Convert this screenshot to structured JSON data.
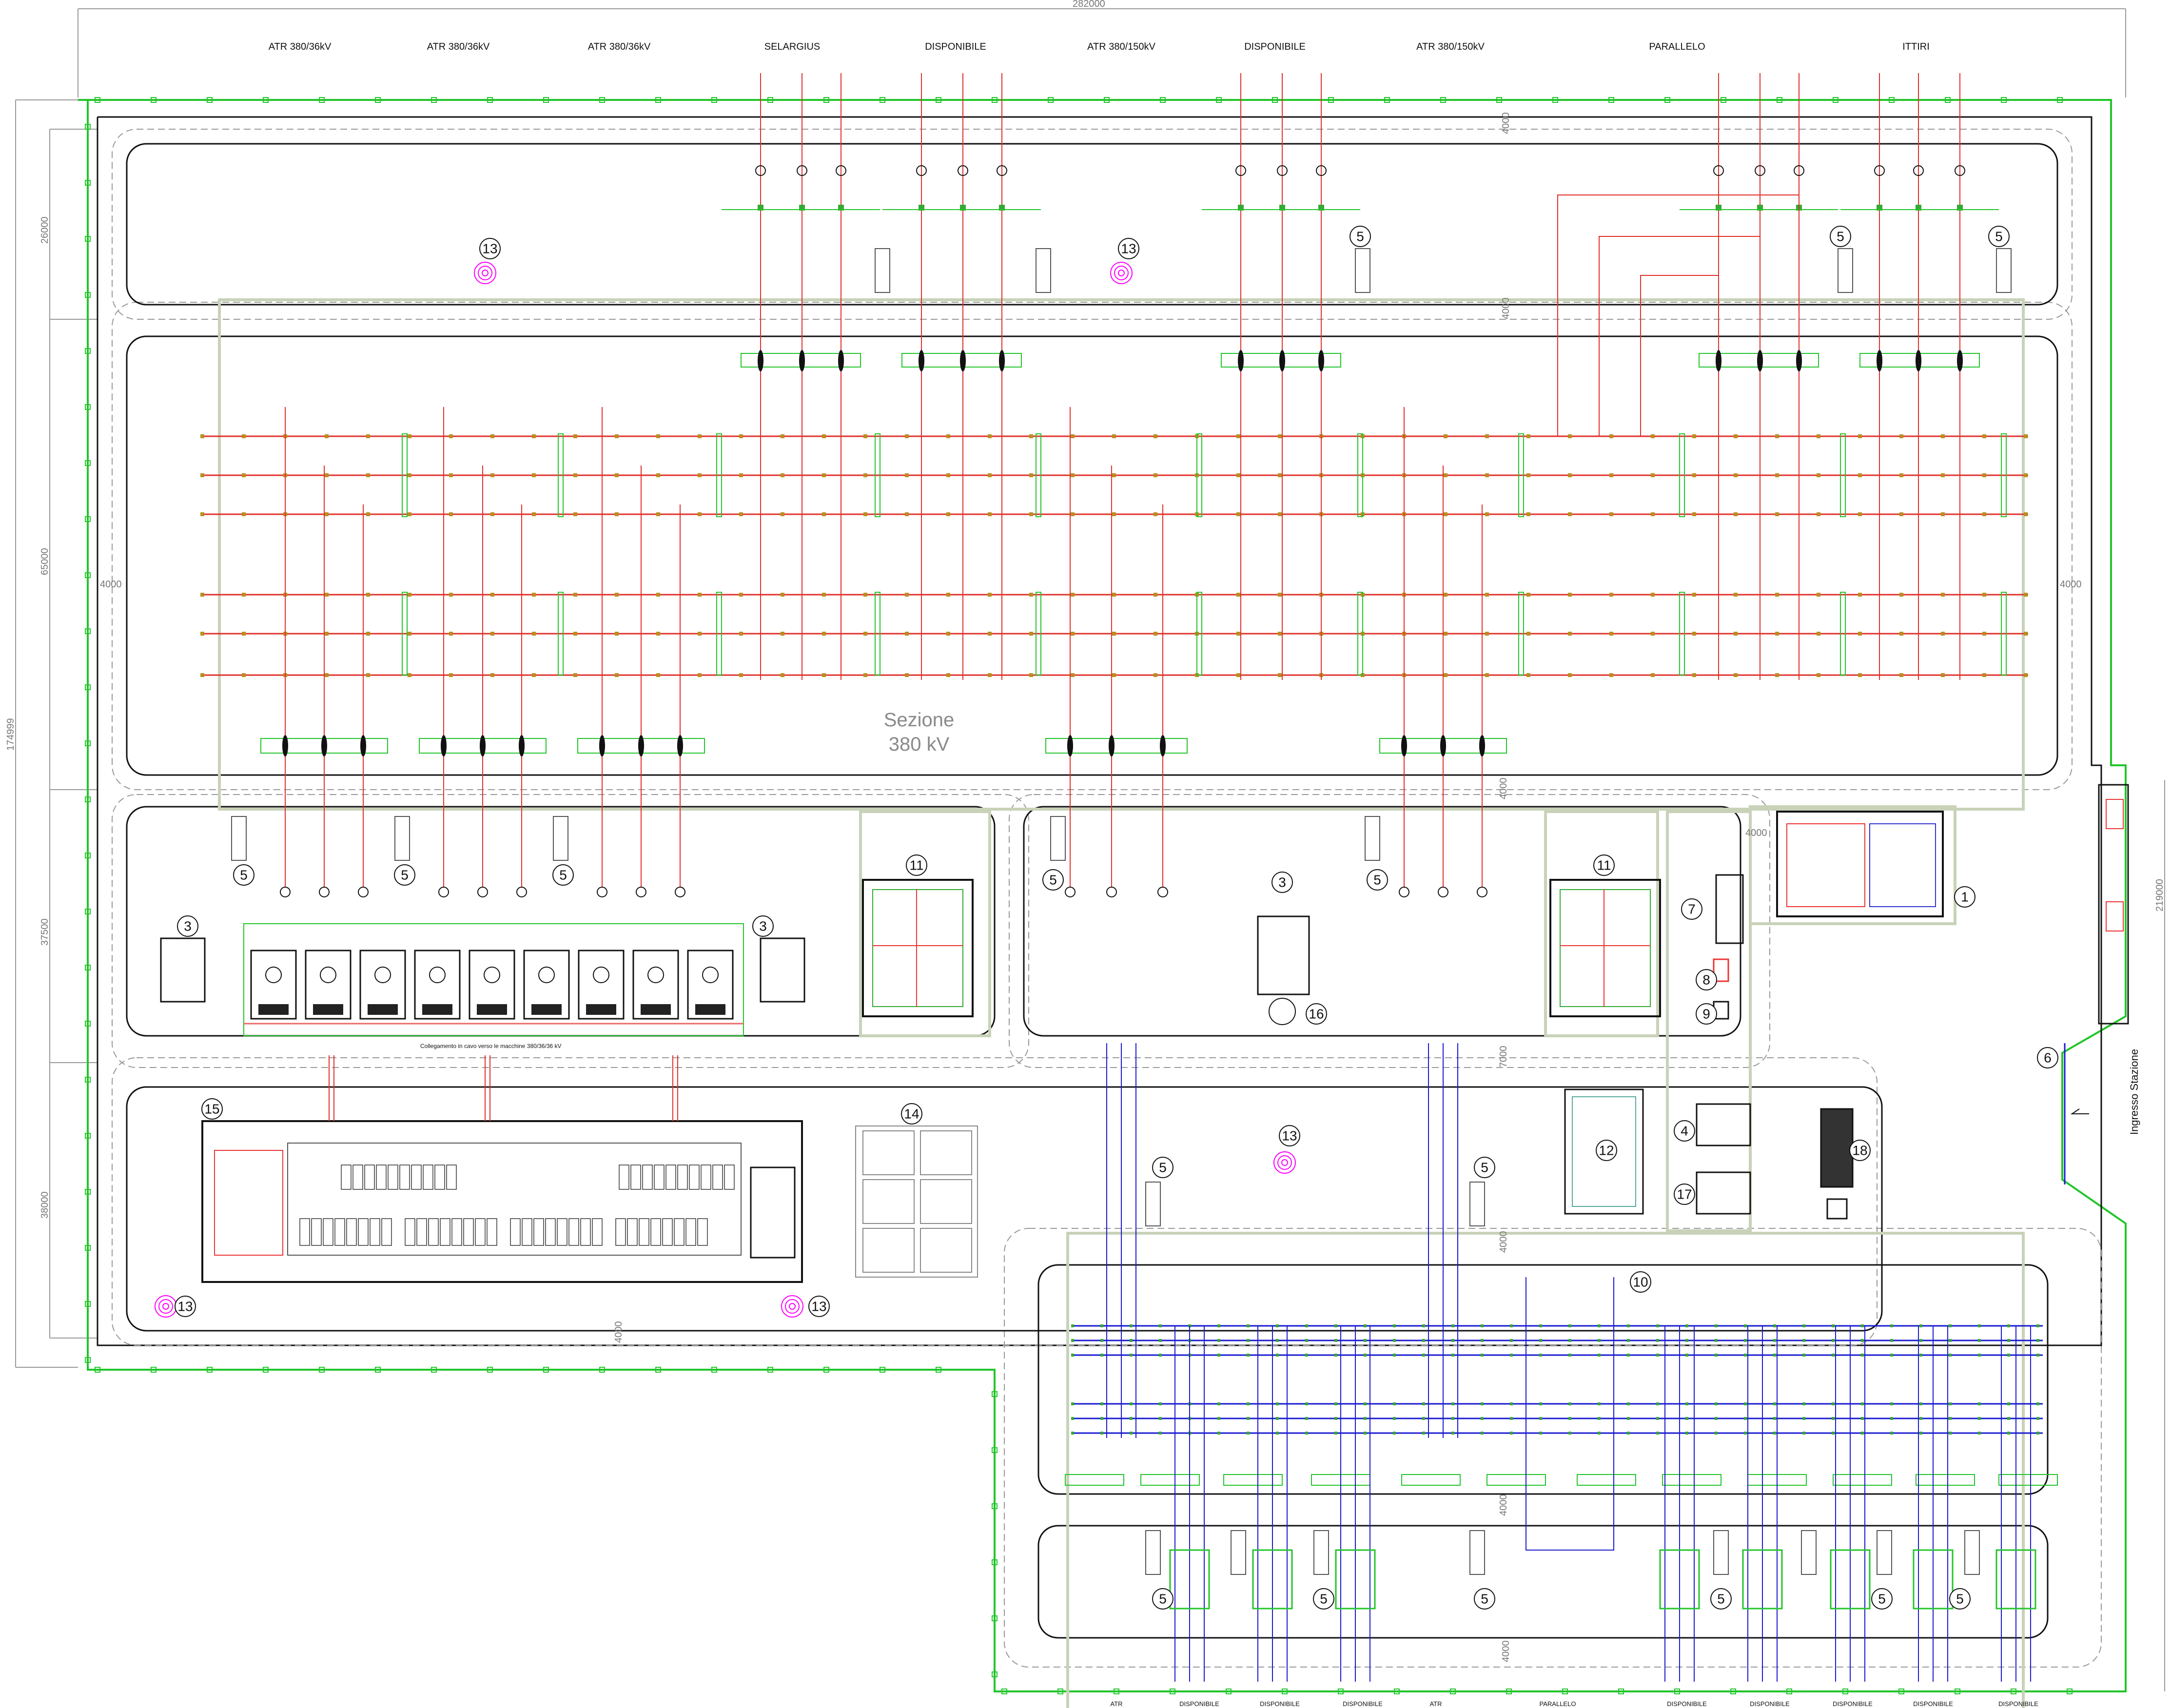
{
  "top_bays": [
    "ATR 380/36kV",
    "ATR 380/36kV",
    "ATR 380/36kV",
    "SELARGIUS",
    "DISPONIBILE",
    "ATR 380/150kV",
    "DISPONIBILE",
    "ATR 380/150kV",
    "PARALLELO",
    "ITTIRI"
  ],
  "bottom_bays": [
    "ATR",
    "DISPONIBILE",
    "DISPONIBILE",
    "DISPONIBILE",
    "ATR",
    "PARALLELO",
    "DISPONIBILE",
    "DISPONIBILE",
    "DISPONIBILE",
    "DISPONIBILE",
    "DISPONIBILE"
  ],
  "section": {
    "title_line1": "Sezione",
    "title_line2": "380 kV"
  },
  "dimensions": {
    "total_width": "282000",
    "total_height": "174999",
    "right_height": "219000",
    "seg_top": "26000",
    "seg_380": "65000",
    "seg_mid": "37500",
    "seg_bottom": "38000",
    "road": "4000",
    "road_mid": "7000"
  },
  "notes": {
    "cable_link": "Collegamento in cavo verso le macchine 380/36/36 kV",
    "entrance": "Ingresso Stazione"
  },
  "callouts": [
    "1",
    "3",
    "3",
    "3",
    "4",
    "5",
    "5",
    "5",
    "5",
    "5",
    "5",
    "5",
    "5",
    "5",
    "5",
    "5",
    "5",
    "5",
    "5",
    "5",
    "5",
    "6",
    "7",
    "8",
    "9",
    "10",
    "11",
    "11",
    "12",
    "13",
    "13",
    "13",
    "13",
    "13",
    "14",
    "15",
    "16",
    "17",
    "18"
  ],
  "colors": {
    "hv_line": "#e0302b",
    "mv_line": "#1a1ad0",
    "fence": "#22c52a",
    "road": "#7a7a7a",
    "earth": "#ff00ff",
    "area": "#c8d2b8"
  }
}
